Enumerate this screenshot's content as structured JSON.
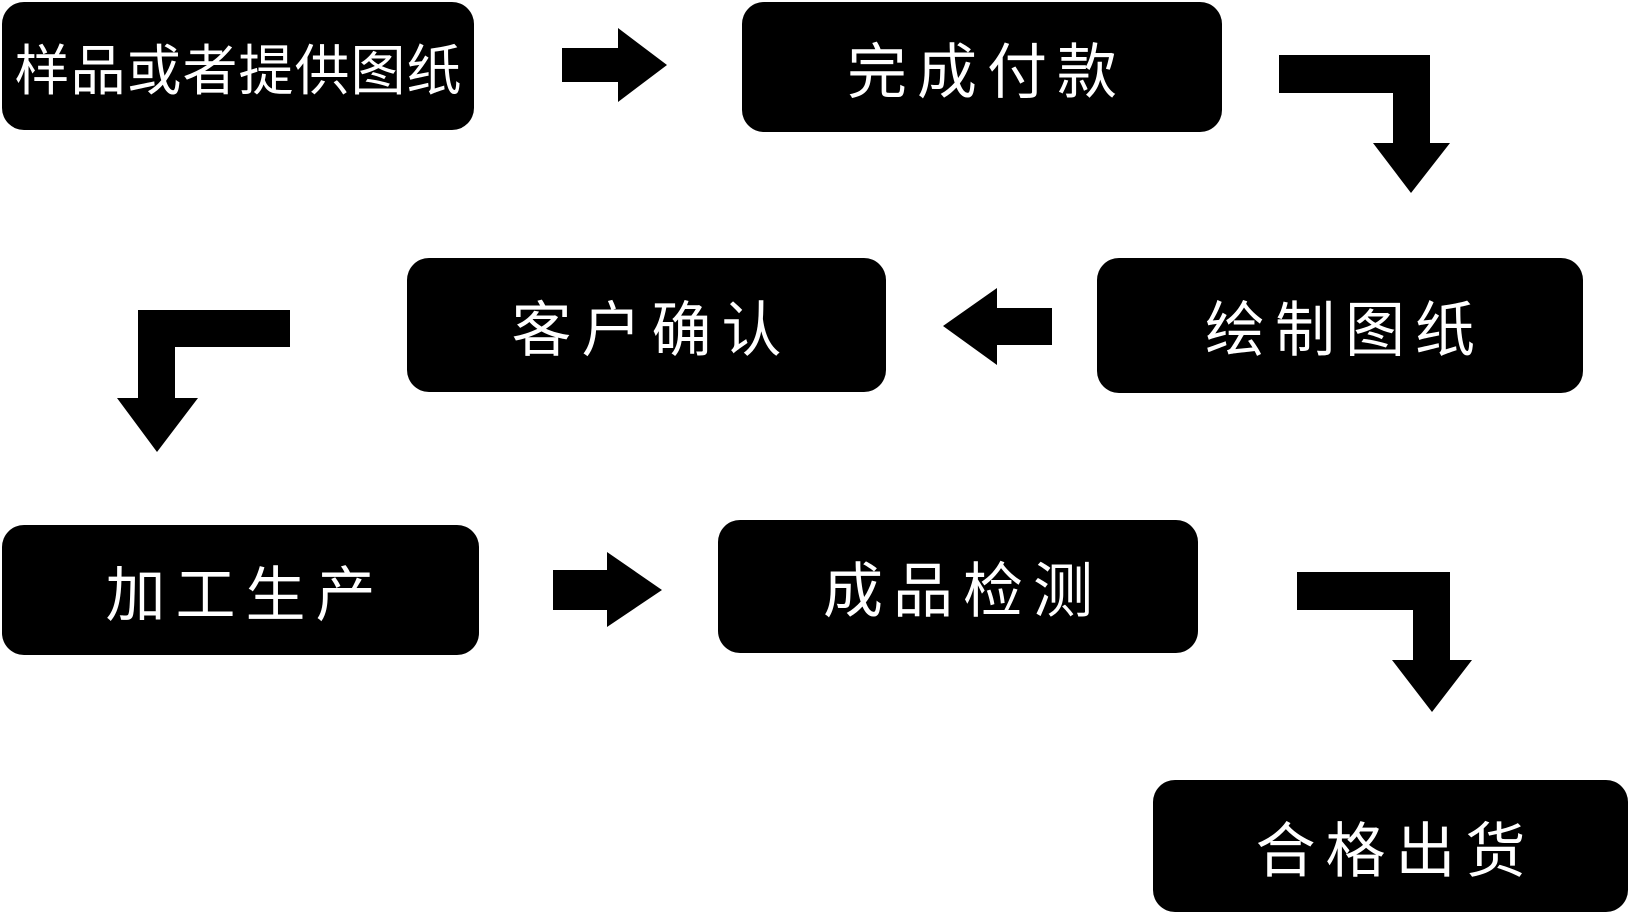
{
  "flow": {
    "nodes": [
      {
        "id": "sample-or-drawing",
        "label": "样品或者提供图纸"
      },
      {
        "id": "complete-payment",
        "label": "完成付款"
      },
      {
        "id": "draw-drawings",
        "label": "绘制图纸"
      },
      {
        "id": "customer-confirm",
        "label": "客户确认"
      },
      {
        "id": "processing-production",
        "label": "加工生产"
      },
      {
        "id": "product-inspection",
        "label": "成品检测"
      },
      {
        "id": "qualified-shipment",
        "label": "合格出货"
      }
    ],
    "connections": [
      {
        "from": "样品或者提供图纸",
        "to": "完成付款",
        "shape": "straight-right"
      },
      {
        "from": "完成付款",
        "to": "绘制图纸",
        "shape": "elbow-right-down"
      },
      {
        "from": "绘制图纸",
        "to": "客户确认",
        "shape": "straight-left"
      },
      {
        "from": "客户确认",
        "to": "加工生产",
        "shape": "elbow-left-down"
      },
      {
        "from": "加工生产",
        "to": "成品检测",
        "shape": "straight-right"
      },
      {
        "from": "成品检测",
        "to": "合格出货",
        "shape": "elbow-right-down"
      }
    ],
    "colors": {
      "background": "#ffffff",
      "node_fill": "#000000",
      "node_text": "#ffffff",
      "arrow": "#000000"
    }
  }
}
